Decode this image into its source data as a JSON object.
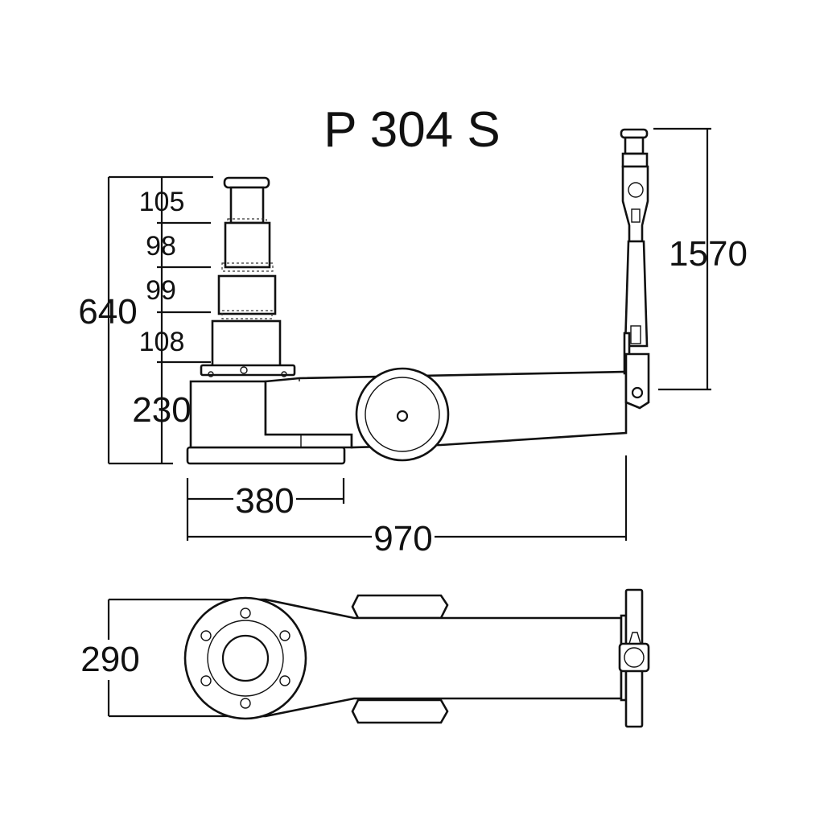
{
  "title": "P 304 S",
  "dimensions": {
    "total_height": "640",
    "stage_1": "105",
    "stage_2": "98",
    "stage_3": "99",
    "stage_4": "108",
    "base_height": "230",
    "handle_height": "1570",
    "base_length": "380",
    "total_length": "970",
    "width": "290"
  }
}
